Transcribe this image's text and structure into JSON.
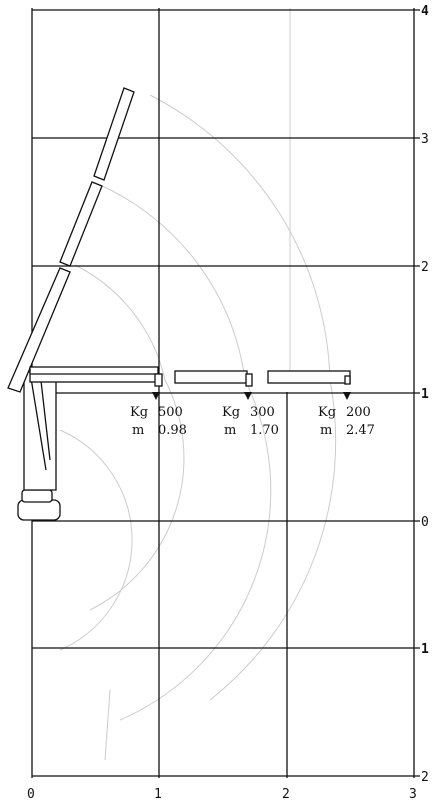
{
  "axes": {
    "right_ticks": [
      {
        "label": "4",
        "bold": true
      },
      {
        "label": "3",
        "bold": false
      },
      {
        "label": "2",
        "bold": false
      },
      {
        "label": "1",
        "bold": true
      },
      {
        "label": "0",
        "bold": false
      },
      {
        "label": "1",
        "bold": true
      },
      {
        "label": "2",
        "bold": false
      }
    ],
    "bottom_ticks": [
      "0",
      "1",
      "2",
      "3"
    ]
  },
  "capacities": [
    {
      "kg_label": "Kg",
      "kg": "500",
      "m_label": "m",
      "m": "0.98"
    },
    {
      "kg_label": "Kg",
      "kg": "300",
      "m_label": "m",
      "m": "1.70"
    },
    {
      "kg_label": "Kg",
      "kg": "200",
      "m_label": "m",
      "m": "2.47"
    }
  ],
  "colors": {
    "line": "#111111",
    "arc": "#cccccc"
  }
}
